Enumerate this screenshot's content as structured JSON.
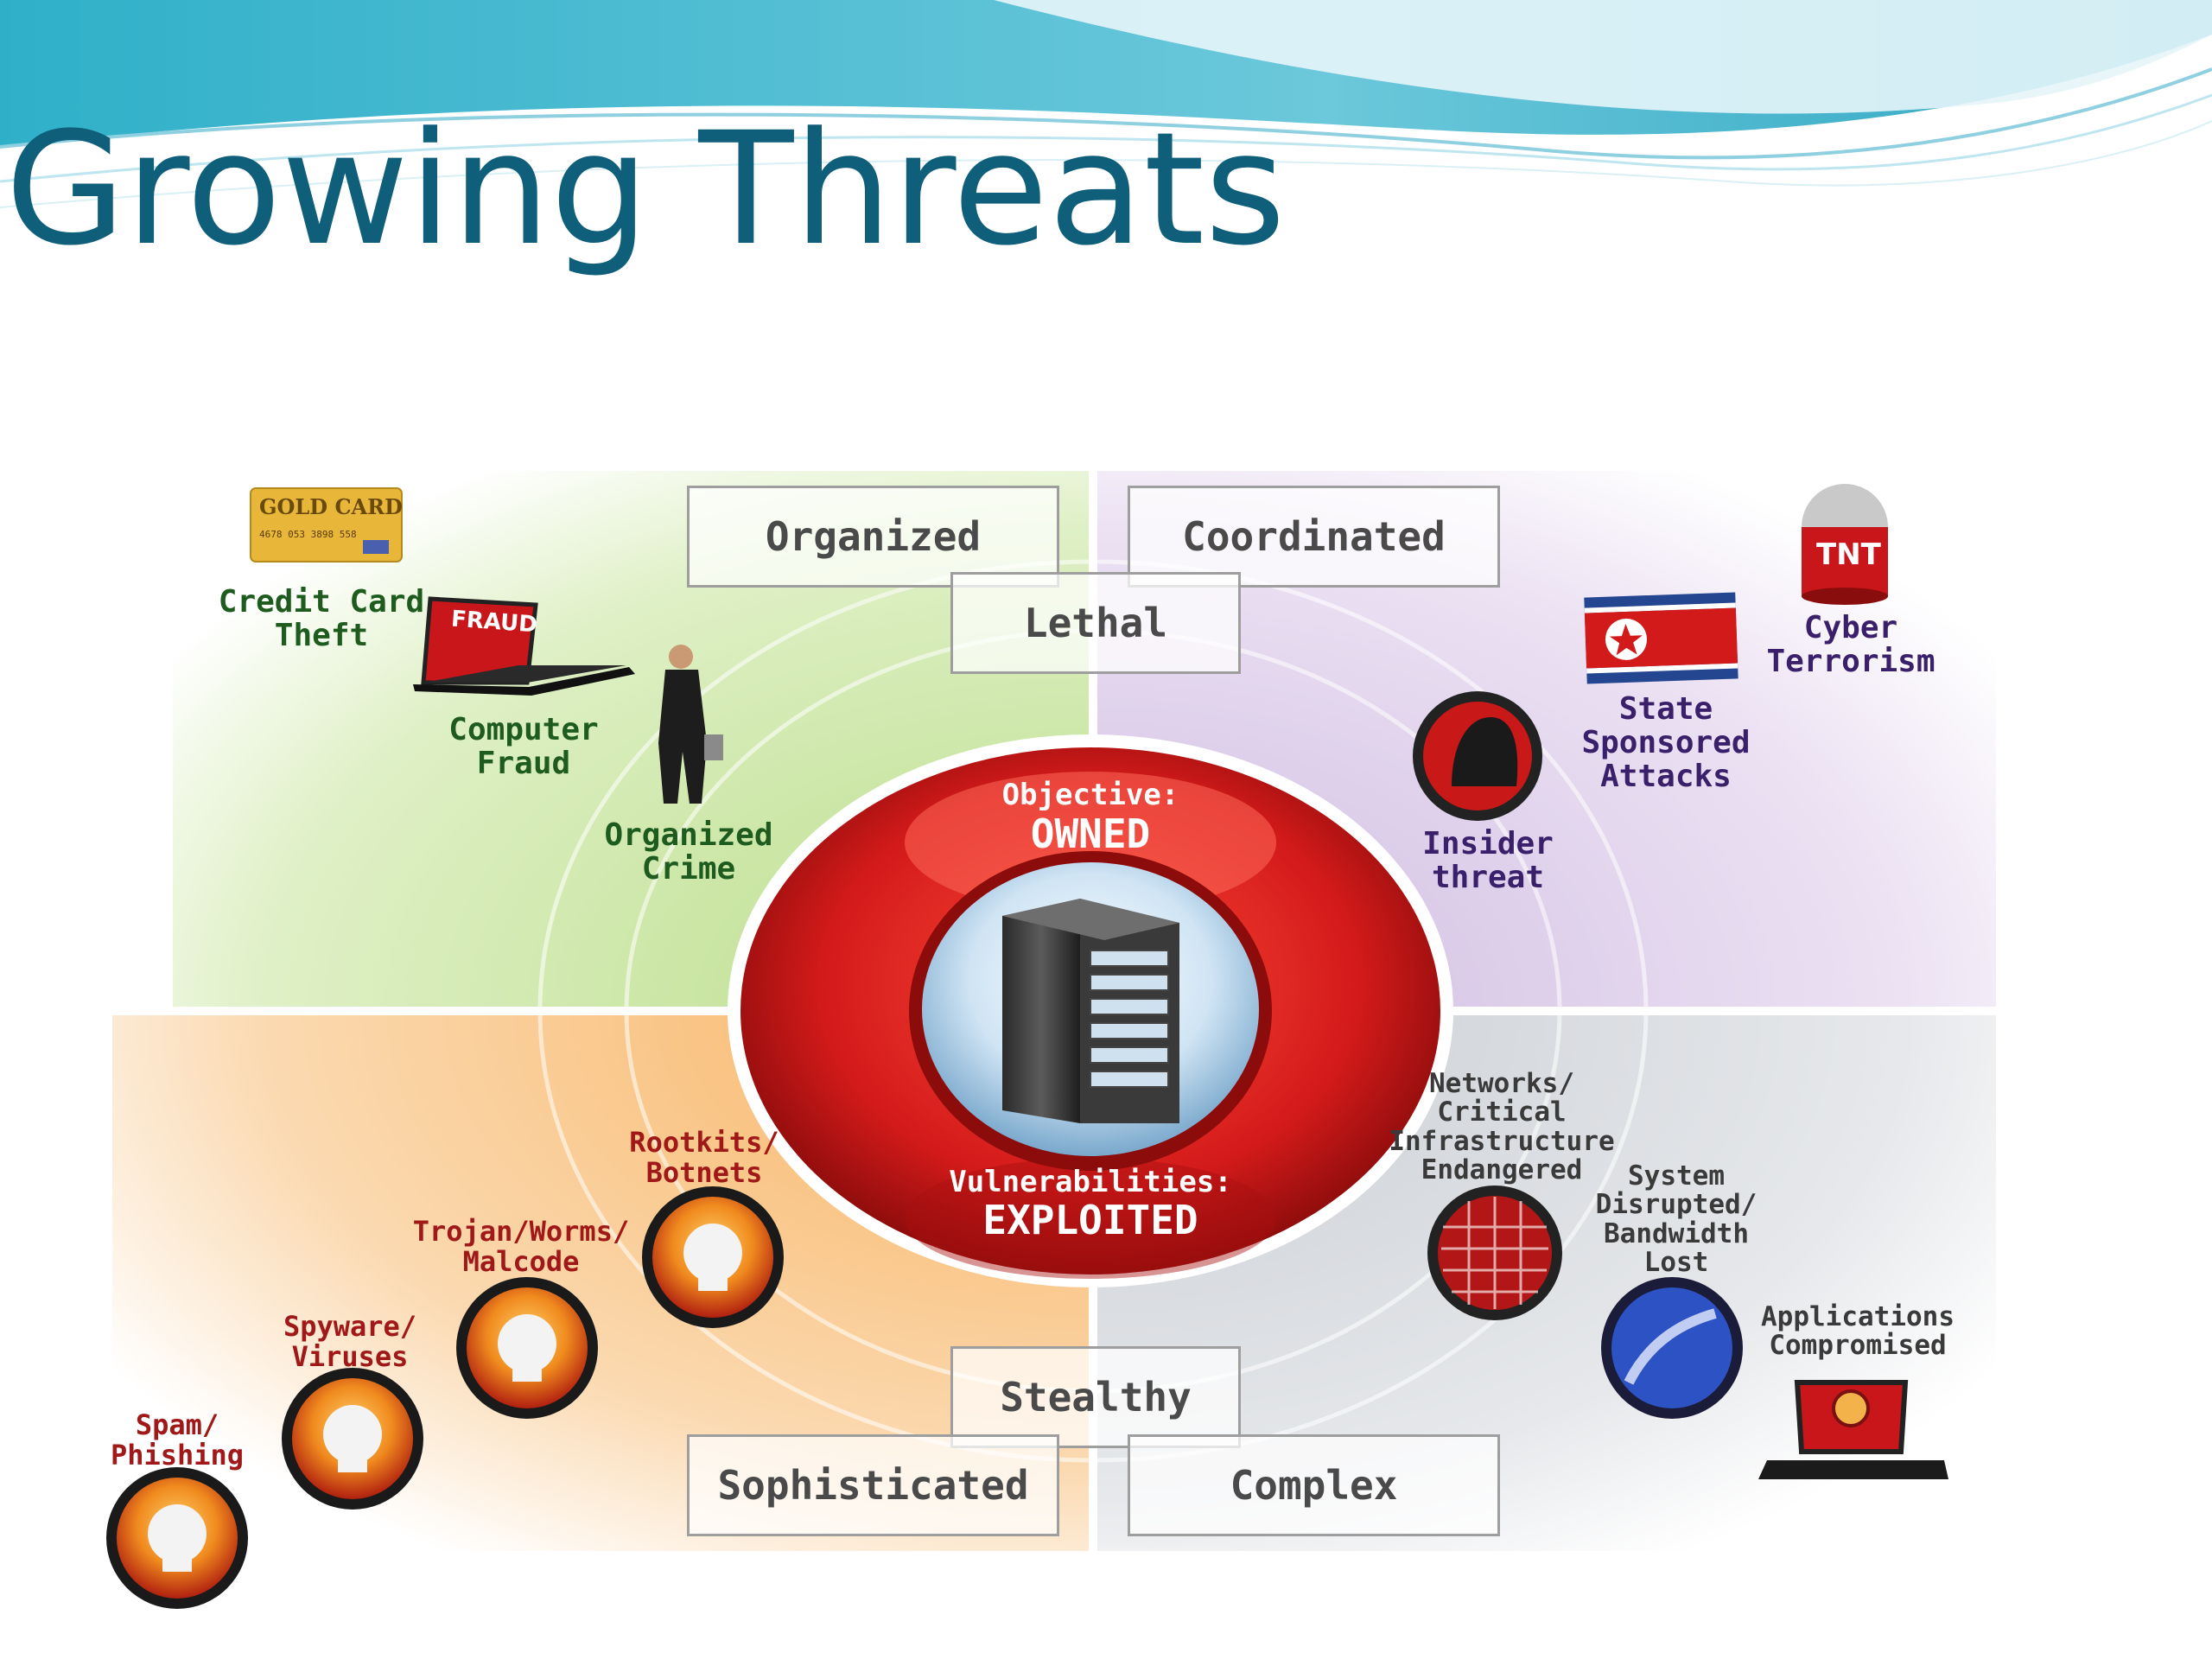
{
  "slide": {
    "title": "Growing Threats"
  },
  "diagram": {
    "category_boxes": {
      "organized": "Organized",
      "coordinated": "Coordinated",
      "lethal": "Lethal",
      "stealthy": "Stealthy",
      "sophisticated": "Sophisticated",
      "complex": "Complex"
    },
    "center": {
      "objective_label": "Objective:",
      "objective_value": "OWNED",
      "vulnerabilities_label": "Vulnerabilities:",
      "vulnerabilities_value": "EXPLOITED"
    },
    "gold_card": {
      "text": "GOLD CARD",
      "number": "4678 053 3898 558"
    },
    "laptop_screen": "FRAUD",
    "tnt_text": "TNT",
    "threats": {
      "credit_card_theft": "Credit Card\nTheft",
      "computer_fraud": "Computer\nFraud",
      "organized_crime": "Organized\nCrime",
      "cyber_terrorism": "Cyber\nTerrorism",
      "state_sponsored": "State\nSponsored\nAttacks",
      "insider_threat": "Insider\nthreat",
      "rootkits": "Rootkits/\nBotnets",
      "trojan": "Trojan/Worms/\nMalcode",
      "spyware": "Spyware/\nViruses",
      "spam": "Spam/\nPhishing",
      "networks": "Networks/\nCritical\nInfrastructure\nEndangered",
      "system_disrupted": "System\nDisrupted/\nBandwidth\nLost",
      "applications": "Applications\nCompromised"
    },
    "colors": {
      "title": "#0f5f7a",
      "core_red": "#d31a1a",
      "green_quadrant": "#b8dc86",
      "purple_quadrant": "#cdb9e0",
      "orange_quadrant": "#f7b25f",
      "grey_quadrant": "#c8ccd2"
    }
  }
}
